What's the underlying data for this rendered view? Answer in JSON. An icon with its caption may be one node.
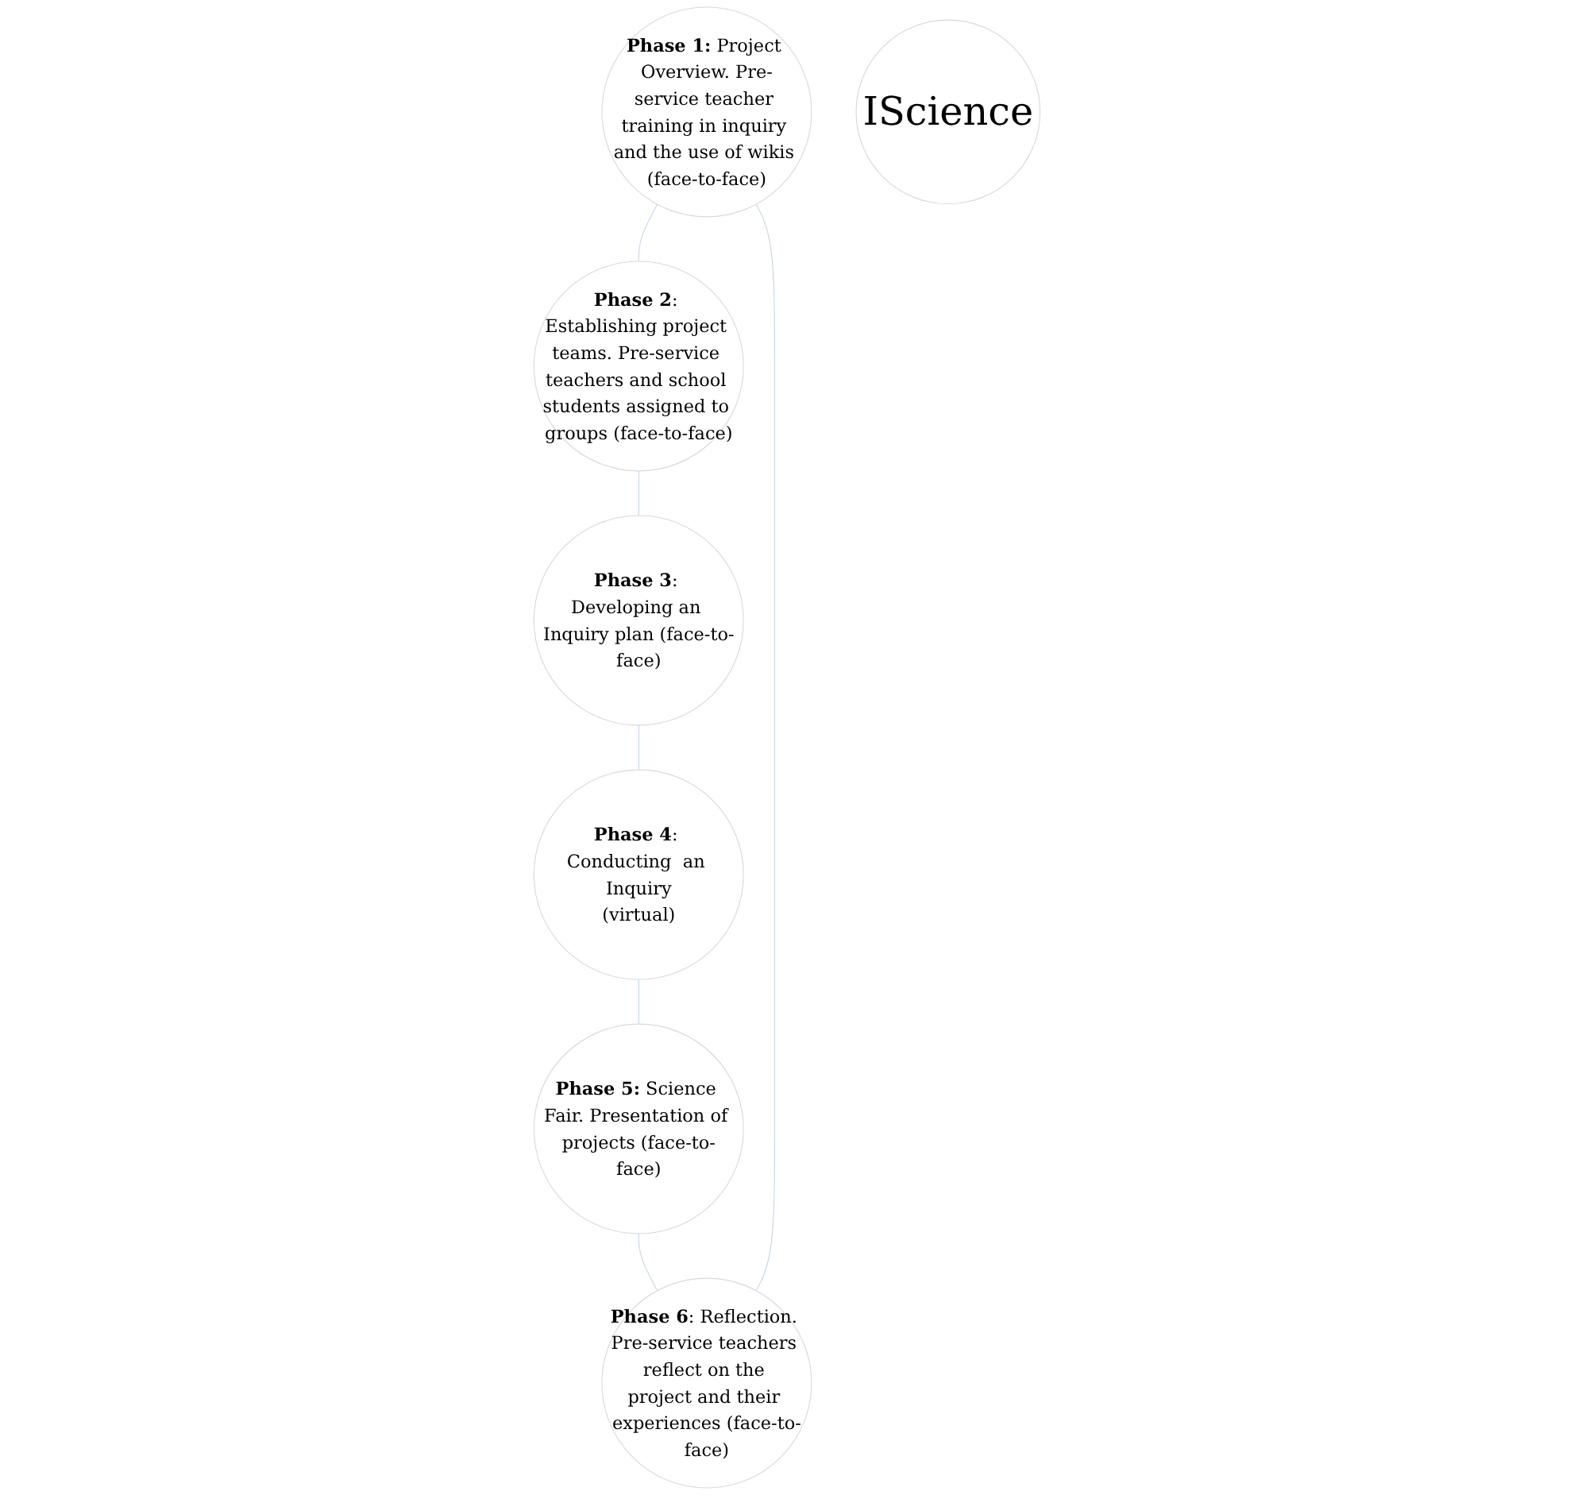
{
  "diagram": {
    "nodes": [
      {
        "text": [
          "**Phase 1:** Project Overview. Pre-service teacher training in inquiry and the use of wikis (face-to-face)"
        ]
      },
      {
        "text": [
          "**Phase 2**: Establishing project teams. Pre-service teachers and school students assigned to groups (face-to-face)"
        ]
      },
      {
        "text": [
          "**Phase 3**: Developing an Inquiry plan (face-to-face)"
        ]
      },
      {
        "text": [
          "**Phase 4**: Conducting  an Inquiry",
          "(virtual)"
        ]
      },
      {
        "text": [
          "**Phase 5:** Science Fair. Presentation of projects (face-to-face)"
        ]
      },
      {
        "text": [
          "**Phase 6**: Reflection. Pre-service teachers reflect on the project and their experiences (face-to-face)"
        ]
      },
      {
        "text": [
          "IScience"
        ]
      }
    ],
    "edges": [
      {
        "from": 0,
        "to": 1,
        "arrow": "none",
        "color": "#c6d6ec"
      },
      {
        "from": 1,
        "to": 2,
        "arrow": "none",
        "color": "#c6d6ec"
      },
      {
        "from": 2,
        "to": 3,
        "arrow": "none",
        "color": "#c6d6ec"
      },
      {
        "from": 3,
        "to": 4,
        "arrow": "none",
        "color": "#c6d6ec"
      },
      {
        "from": 4,
        "to": 5,
        "arrow": "none",
        "color": "#c6d6ec"
      },
      {
        "from": 5,
        "to": 0,
        "arrow": "none",
        "color": "#c6d6ec"
      }
    ]
  }
}
